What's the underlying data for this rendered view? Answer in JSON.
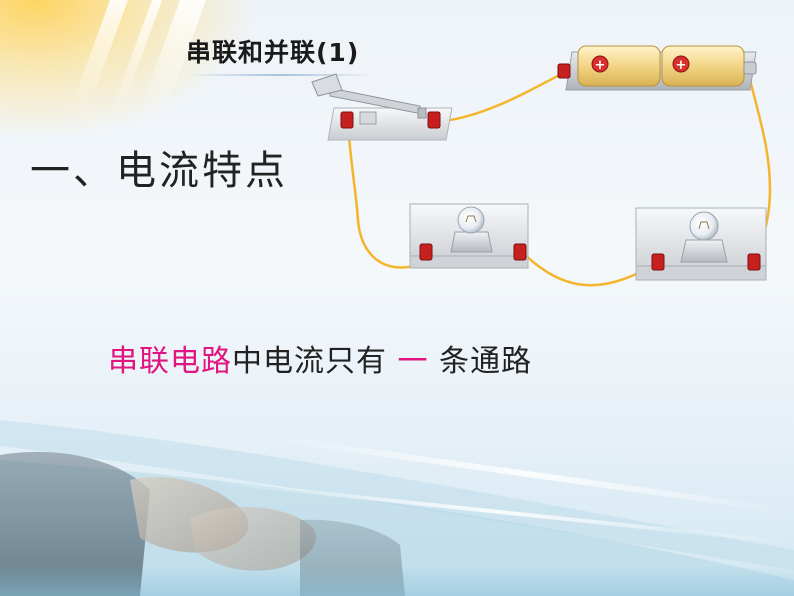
{
  "slide": {
    "title": "串联和并联(1)",
    "heading": "一、电流特点",
    "statement": {
      "highlight_1": "串联电路",
      "text_1": "中电流只有",
      "highlight_2": "一",
      "text_2": "条通路"
    }
  },
  "colors": {
    "highlight": "#e0157f",
    "wire": "#f4b52c",
    "terminal": "#c8201e",
    "battery": "#f0d27a",
    "background": "#eef3f8"
  },
  "icons": [
    "battery-icon",
    "switch-icon",
    "bulb-icon",
    "terminal-icon",
    "wire-icon"
  ]
}
